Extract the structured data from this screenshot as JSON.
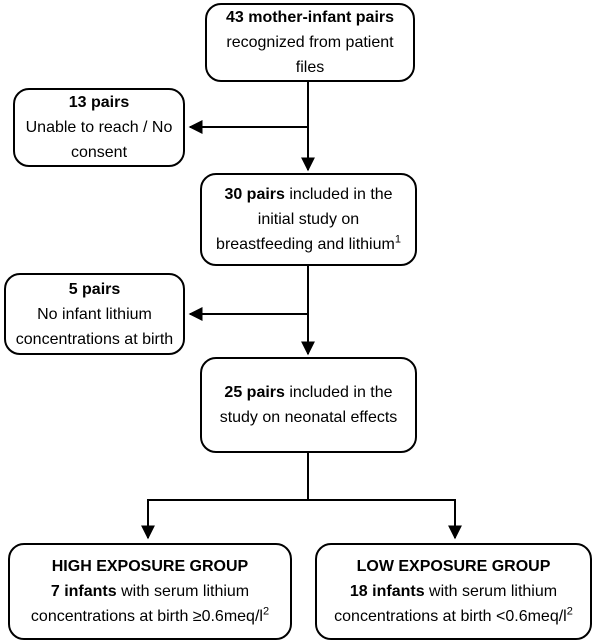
{
  "colors": {
    "line": "#000000",
    "box_border": "#000000",
    "box_fill": "#ffffff",
    "text": "#000000",
    "background": "#ffffff"
  },
  "flowchart": {
    "nodes": {
      "recognized": {
        "segments": [
          {
            "text": "43 mother-infant pairs",
            "bold": true
          },
          {
            "break": true
          },
          {
            "text": "recognized from patient"
          },
          {
            "break": true
          },
          {
            "text": "files"
          }
        ]
      },
      "unreachable": {
        "segments": [
          {
            "text": "13 pairs",
            "bold": true
          },
          {
            "break": true
          },
          {
            "text": "Unable to reach / No"
          },
          {
            "break": true
          },
          {
            "text": "consent"
          }
        ]
      },
      "initial_study": {
        "segments": [
          {
            "text": "30 pairs",
            "bold": true
          },
          {
            "text": " included in the"
          },
          {
            "break": true
          },
          {
            "text": "initial study on"
          },
          {
            "break": true
          },
          {
            "text": "breastfeeding and lithium"
          },
          {
            "text": "1",
            "sup": true
          }
        ]
      },
      "no_lithium_concentrations": {
        "segments": [
          {
            "text": "5 pairs",
            "bold": true
          },
          {
            "break": true
          },
          {
            "text": "No infant lithium"
          },
          {
            "break": true
          },
          {
            "text": "concentrations at birth"
          }
        ]
      },
      "neonatal_study": {
        "segments": [
          {
            "text": "25 pairs",
            "bold": true
          },
          {
            "text": " included in the"
          },
          {
            "break": true
          },
          {
            "text": "study on neonatal effects"
          }
        ]
      },
      "high_exposure": {
        "segments": [
          {
            "text": "HIGH EXPOSURE GROUP",
            "bold": true
          },
          {
            "break": true
          },
          {
            "text": "7 infants",
            "bold": true
          },
          {
            "text": " with serum lithium"
          },
          {
            "break": true
          },
          {
            "text": "concentrations at birth ≥0.6meq/l"
          },
          {
            "text": "2",
            "sup": true
          }
        ]
      },
      "low_exposure": {
        "segments": [
          {
            "text": "LOW EXPOSURE GROUP",
            "bold": true
          },
          {
            "break": true
          },
          {
            "text": "18 infants",
            "bold": true
          },
          {
            "text": " with serum lithium"
          },
          {
            "break": true
          },
          {
            "text": "concentrations at birth <0.6meq/l"
          },
          {
            "text": "2",
            "sup": true
          }
        ]
      }
    }
  }
}
